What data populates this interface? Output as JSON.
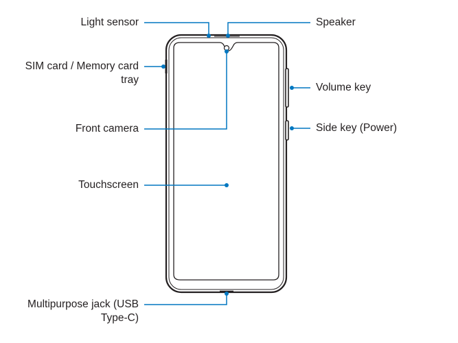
{
  "labels": {
    "light_sensor": "Light sensor",
    "sim_tray_line1": "SIM card / Memory card",
    "sim_tray_line2": "tray",
    "front_camera": "Front camera",
    "touchscreen": "Touchscreen",
    "multipurpose_jack_line1": "Multipurpose jack (USB",
    "multipurpose_jack_line2": "Type-C)",
    "speaker": "Speaker",
    "volume_key": "Volume key",
    "side_key": "Side key (Power)"
  },
  "colors": {
    "callout": "#0077c0",
    "outline": "#231f20",
    "text": "#231f20"
  }
}
